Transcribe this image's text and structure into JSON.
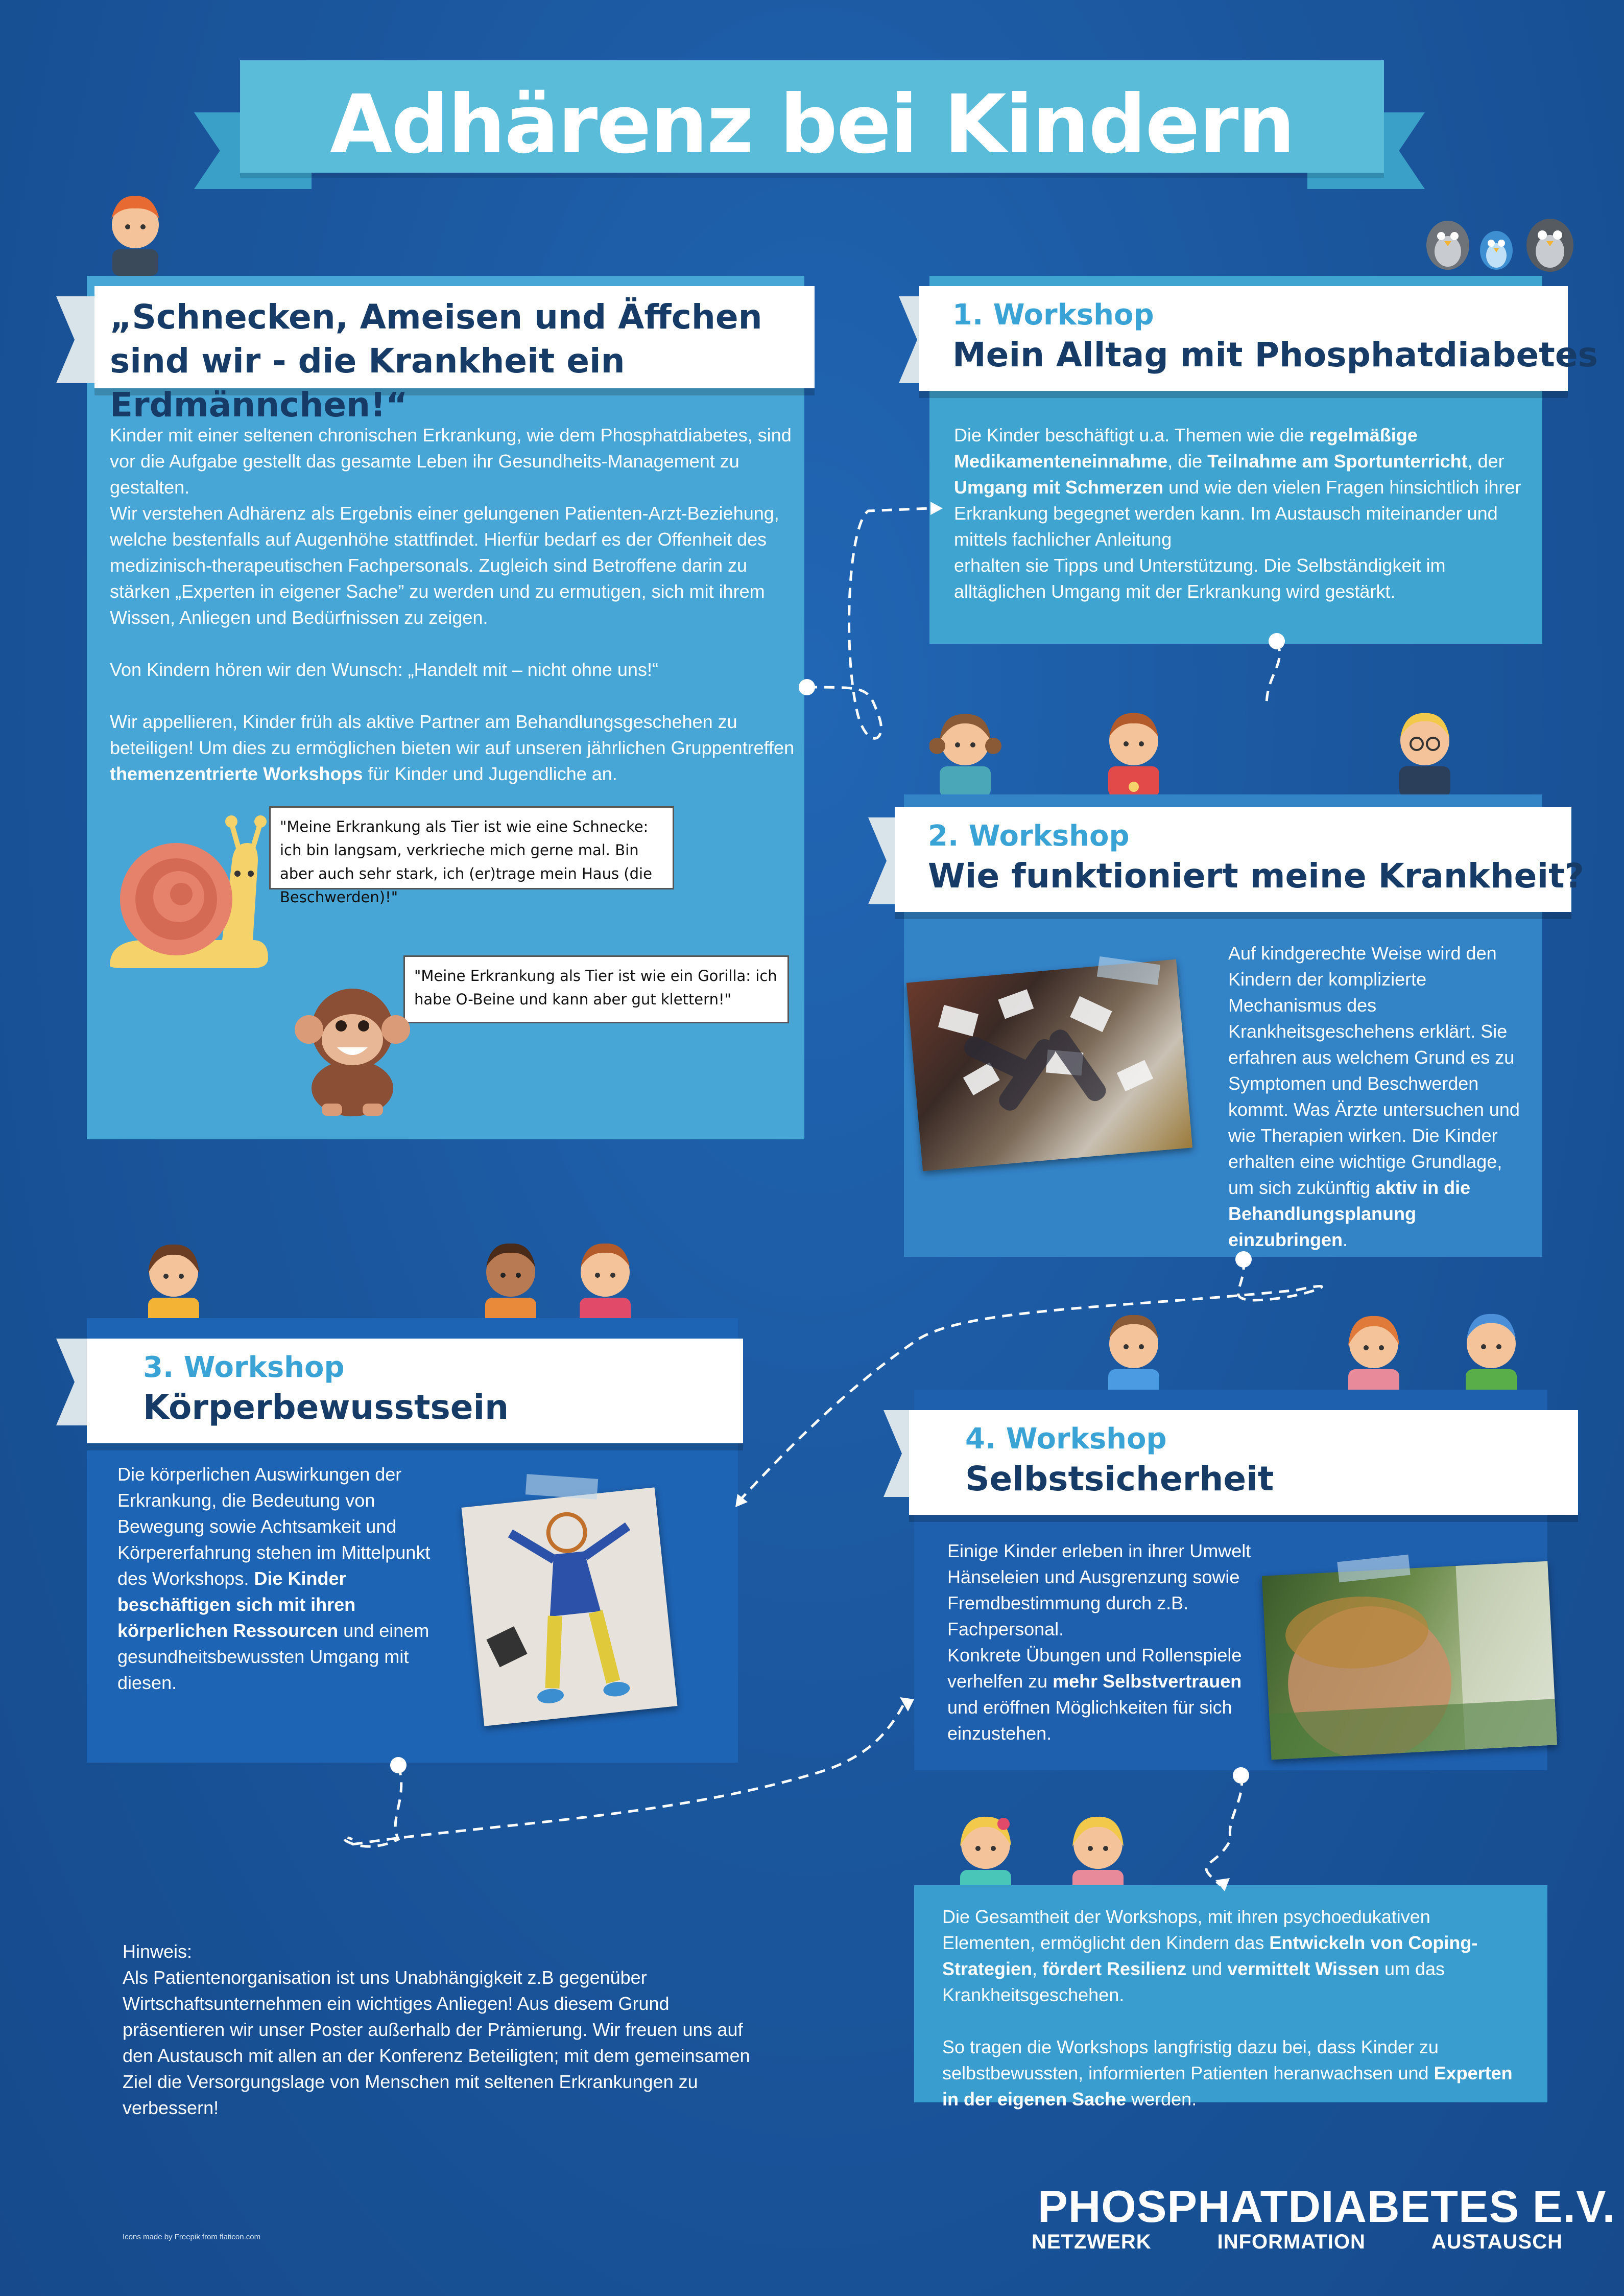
{
  "title": "Adhärenz bei Kindern",
  "intro": {
    "heading": "„Schnecken, Ameisen und Äffchen sind wir - die Krankheit ein Erdmännchen!“",
    "p1": "Kinder mit einer seltenen chronischen Erkrankung, wie dem Phosphatdiabetes, sind vor die Aufgabe gestellt das gesamte Leben ihr Gesundheits-Management zu gestalten.",
    "p2": "Wir verstehen Adhärenz als Ergebnis einer gelungenen Patienten-Arzt-Beziehung, welche bestenfalls auf Augenhöhe stattfindet. Hierfür bedarf es der Offenheit des medizinisch-therapeutischen Fachpersonals. Zugleich sind Betroffene darin zu stärken „Experten in eigener Sache” zu werden und zu ermutigen, sich mit ihrem Wissen, Anliegen und Bedürfnissen zu zeigen.",
    "p3": "Von Kindern hören wir den Wunsch: „Handelt mit – nicht ohne uns!“",
    "p4_a": "Wir appellieren, Kinder früh als aktive Partner am Behandlungsgeschehen zu beteiligen! Um dies zu ermöglichen bieten wir auf unseren jährlichen Gruppentreffen ",
    "p4_b": "themenzentrierte Workshops",
    "p4_c": " für Kinder und Jugendliche an.",
    "quote_snail": "\"Meine Erkrankung als Tier ist wie eine Schnecke: ich bin langsam, verkrieche mich gerne mal. Bin aber auch sehr stark, ich (er)trage mein Haus (die Beschwerden)!\"",
    "quote_gorilla": "\"Meine Erkrankung als Tier ist wie ein Gorilla: ich habe O-Beine und kann aber gut klettern!\""
  },
  "w1": {
    "num": "1. Workshop",
    "title": "Mein Alltag mit Phosphatdiabetes",
    "t1": "Die Kinder beschäftigt u.a. Themen wie die ",
    "b1": "regelmäßige Medikamenteneinnahme",
    "t2": ", die ",
    "b2": "Teilnahme am Sportunterricht",
    "t3": ", der ",
    "b3": "Umgang mit Schmerzen",
    "t4": " und wie den vielen Fragen hinsichtlich ihrer Erkrankung begegnet werden kann. Im Austausch miteinander und mittels fachlicher Anleitung",
    "t5": "erhalten sie Tipps und Unterstützung. Die Selbständigkeit im alltäglichen Umgang mit der Erkrankung wird gestärkt."
  },
  "w2": {
    "num": "2. Workshop",
    "title": "Wie funktioniert meine Krankheit?",
    "t1": "Auf kindgerechte Weise wird den Kindern der komplizierte Mechanismus des Krankheitsgeschehens erklärt. Sie erfahren aus welchem Grund es zu Symptomen und Beschwerden kommt. Was Ärzte untersuchen und wie Therapien wirken. Die Kinder erhalten eine wichtige Grundlage, um sich zukünftig ",
    "b1": "aktiv in die Behandlungsplanung einzubringen",
    "t2": "."
  },
  "w3": {
    "num": "3. Workshop",
    "title": "Körperbewusstsein",
    "t1": "Die körperlichen Auswirkungen der Erkrankung, die Bedeutung von Bewegung sowie Achtsamkeit und Körpererfahrung stehen im Mittelpunkt des Workshops. ",
    "b1": "Die Kinder beschäftigen sich mit ihren körperlichen Ressourcen",
    "t2": " und einem gesundheitsbewussten Umgang mit diesen."
  },
  "w4": {
    "num": "4. Workshop",
    "title": "Selbstsicherheit",
    "t1": "Einige Kinder erleben in ihrer Umwelt Hänseleien und Ausgrenzung sowie Fremdbestimmung durch z.B. Fachpersonal.",
    "t2": "Konkrete Übungen und Rollenspiele verhelfen zu ",
    "b1": "mehr Selbstvertrauen",
    "t3": " und eröffnen Möglichkeiten für sich einzustehen."
  },
  "summary": {
    "t1": "Die Gesamtheit der Workshops, mit ihren psychoedukativen Elementen, ermöglicht den Kindern das ",
    "b1": "Entwickeln von Coping-Strategien",
    "t2": ", ",
    "b2": "fördert Resilienz",
    "t3": " und ",
    "b3": "vermittelt Wissen",
    "t4": " um das Krankheitsgeschehen.",
    "t5": "So tragen die Workshops langfristig dazu bei, dass Kinder zu selbstbewussten, informierten Patienten heranwachsen und ",
    "b4": "Experten in der eigenen Sache",
    "t6": " werden."
  },
  "note": {
    "label": "Hinweis:",
    "text": "Als Patientenorganisation ist uns Unabhängigkeit z.B gegenüber Wirtschaftsunternehmen ein wichtiges Anliegen! Aus diesem Grund präsentieren wir unser Poster außerhalb der Prämierung. Wir freuen uns auf den Austausch mit allen an der Konferenz Beteiligten; mit dem gemeinsamen Ziel die Versorgungslage von Menschen mit seltenen Erkrankungen zu verbessern!"
  },
  "logo": {
    "name": "PHOSPHATDIABETES E.V.",
    "tag1": "NETZWERK",
    "tag2": "INFORMATION",
    "tag3": "AUSTAUSCH"
  },
  "credit": "Icons made by Freepik from flaticon.com",
  "colors": {
    "background": "#1c5aa3",
    "ribbon": "#5bbcd9",
    "heading": "#163b66",
    "accent": "#3aa3d6"
  }
}
